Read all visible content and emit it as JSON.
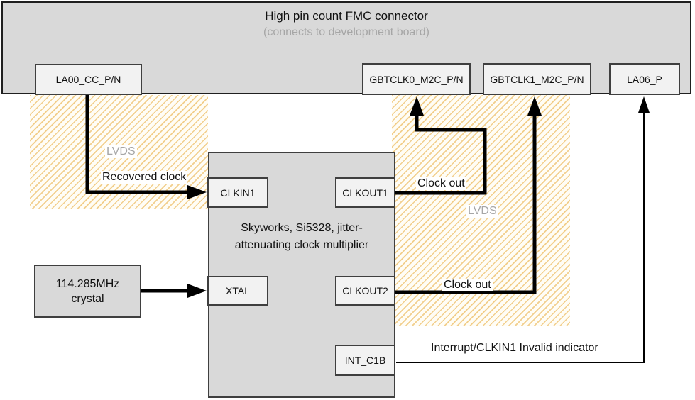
{
  "colors": {
    "box_fill_gray": "#d9d9d9",
    "port_fill": "#f2f2f2",
    "border_dark": "#3f3f3f",
    "connector_border": "#1f1f1f",
    "muted_text": "#a6a6a6",
    "hatch_stripe": "#f2cf8d",
    "wire": "#000000"
  },
  "connector": {
    "title": "High pin count FMC connector",
    "subtitle": "(connects to development board)",
    "ports": [
      {
        "label": "LA00_CC_P/N"
      },
      {
        "label": "GBTCLK0_M2C_P/N"
      },
      {
        "label": "GBTCLK1_M2C_P/N"
      },
      {
        "label": "LA06_P"
      }
    ]
  },
  "chip": {
    "label_line1": "Skyworks, Si5328, jitter-",
    "label_line2": "attenuating clock multiplier",
    "ports": [
      {
        "label": "CLKIN1"
      },
      {
        "label": "CLKOUT1"
      },
      {
        "label": "XTAL"
      },
      {
        "label": "CLKOUT2"
      },
      {
        "label": "INT_C1B"
      }
    ]
  },
  "crystal": {
    "label_line1": "114.285MHz",
    "label_line2": "crystal"
  },
  "signal_labels": {
    "lvds_left": "LVDS",
    "recovered_clock": "Recovered clock",
    "clock_out_top": "Clock out",
    "lvds_right": "LVDS",
    "clock_out_bottom": "Clock out",
    "interrupt": "Interrupt/CLKIN1 Invalid indicator"
  }
}
